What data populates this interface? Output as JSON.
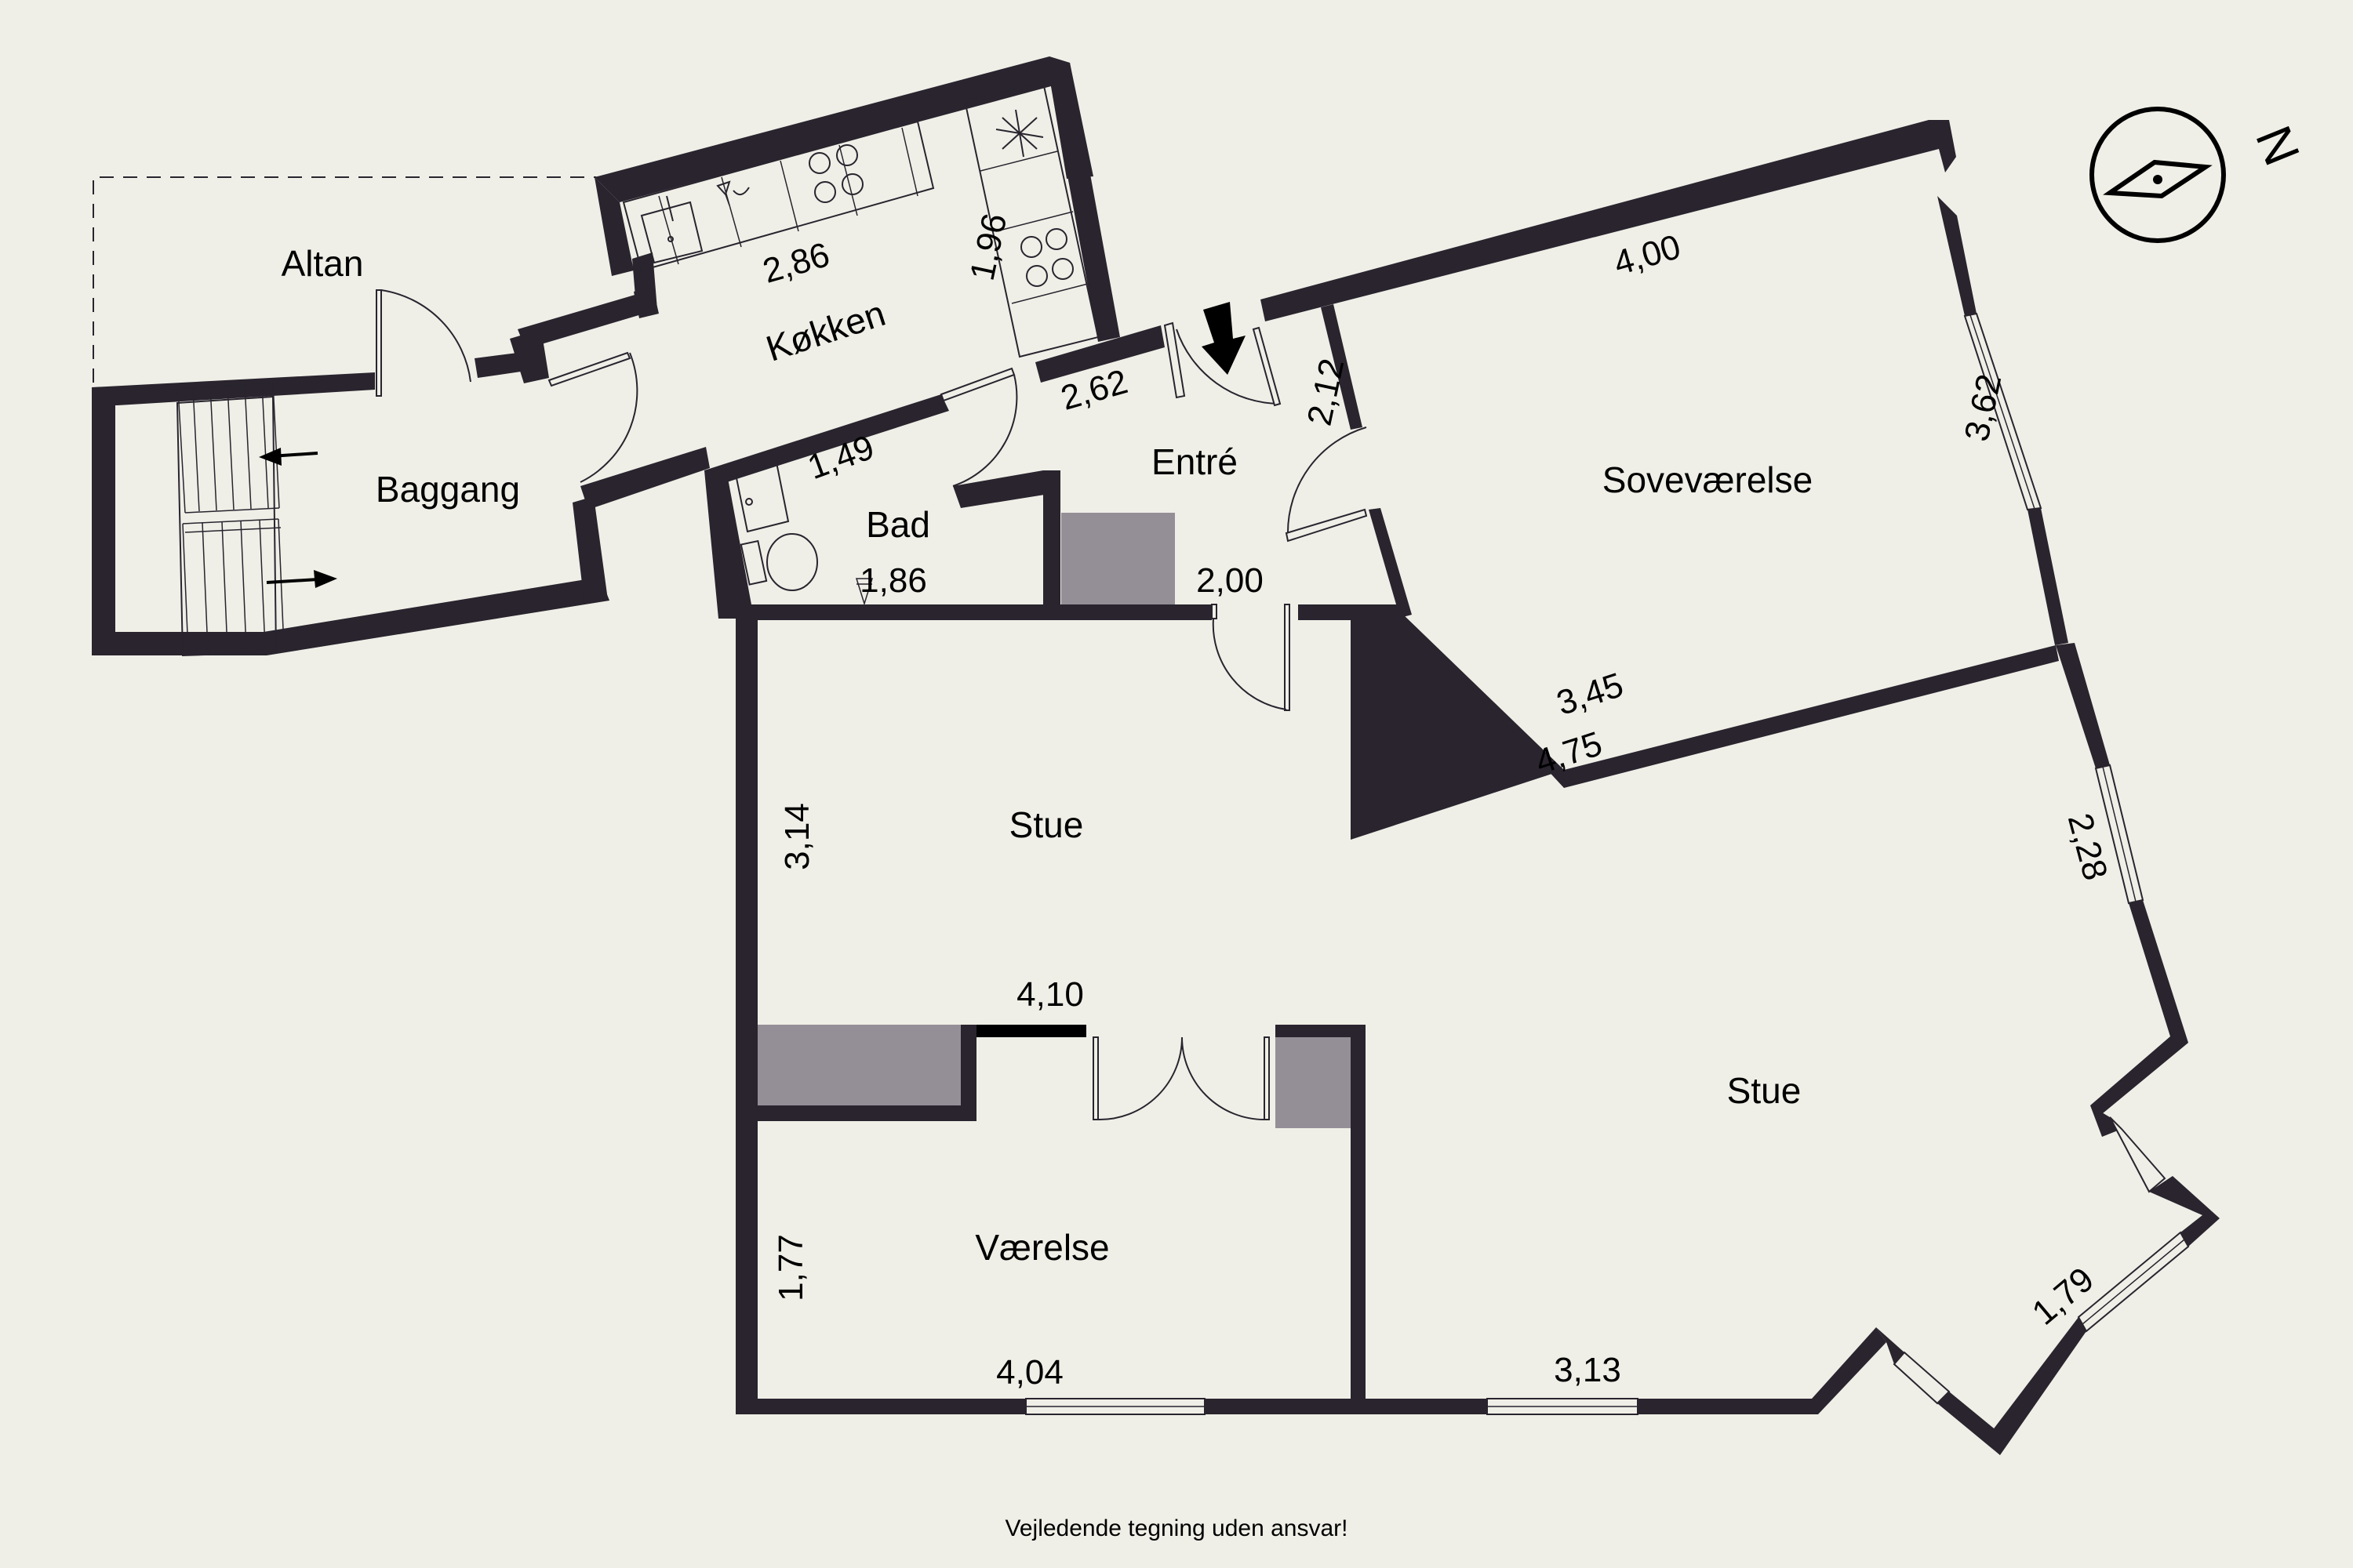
{
  "plan": {
    "colors": {
      "background": "#efefe7",
      "wall": "#29242e",
      "chimney": "#948f97",
      "text": "#000000"
    },
    "rooms": [
      {
        "id": "altan",
        "label": "Altan"
      },
      {
        "id": "baggang",
        "label": "Baggang"
      },
      {
        "id": "kokken",
        "label": "Køkken"
      },
      {
        "id": "bad",
        "label": "Bad"
      },
      {
        "id": "entre",
        "label": "Entré"
      },
      {
        "id": "sovevaerelse",
        "label": "Soveværelse"
      },
      {
        "id": "stue_left",
        "label": "Stue"
      },
      {
        "id": "stue_right",
        "label": "Stue"
      },
      {
        "id": "vaerelse",
        "label": "Værelse"
      }
    ],
    "dimensions": {
      "kokken_width": "2,86",
      "kokken_depth": "1,96",
      "kokken_bottom": "2,62",
      "bad_top": "1,49",
      "bad_bottom": "1,86",
      "entre_width": "2,00",
      "entre_depth": "2,12",
      "sove_top": "4,00",
      "sove_right": "3,62",
      "sove_bottom": "3,45",
      "stue_diag": "4,75",
      "stue_right_window": "2,28",
      "stue_bay": "1,79",
      "stue_bottom": "3,13",
      "stue_left_height": "3,14",
      "stue_left_width": "4,10",
      "vaerelse_height": "1,77",
      "vaerelse_width": "4,04"
    },
    "compass": {
      "label": "N",
      "icon": "compass-icon"
    },
    "entry_arrow": {
      "icon": "entry-arrow-icon"
    },
    "stair_arrows": [
      "left-arrow-icon",
      "right-arrow-icon"
    ]
  },
  "footer": {
    "disclaimer": "Vejledende tegning uden ansvar!"
  }
}
